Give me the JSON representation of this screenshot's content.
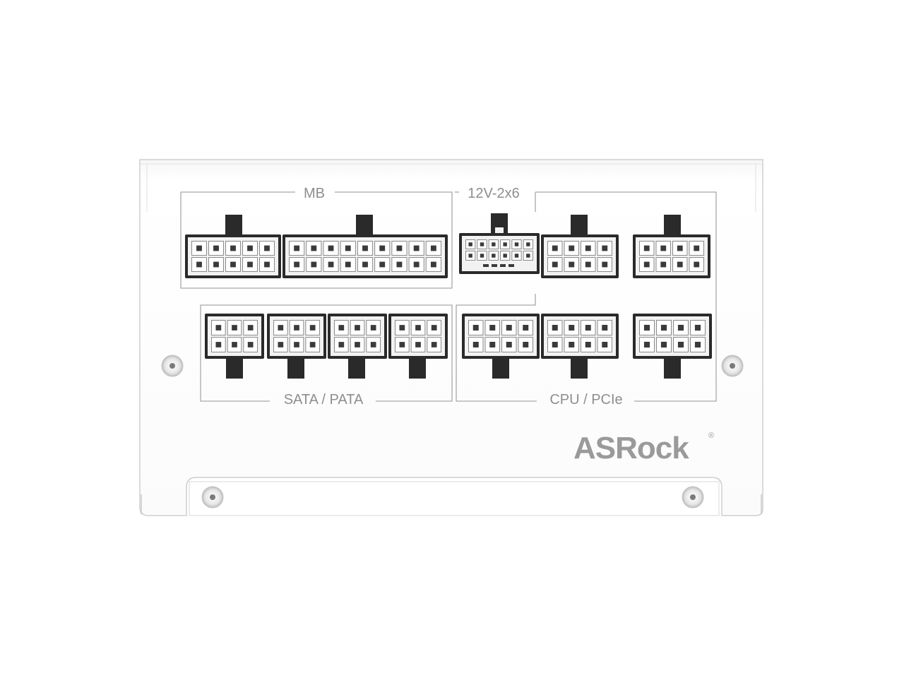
{
  "labels": {
    "mb": "MB",
    "v12": "12V-2x6",
    "sata": "SATA / PATA",
    "cpu": "CPU / PCIe"
  },
  "brand": {
    "name": "ASRock",
    "reg_mark": "®",
    "color": "#9a9a9a"
  },
  "colors": {
    "panel": "#ffffff",
    "panel_edge": "#d8d8d8",
    "socket_frame": "#2a2a2a",
    "socket_fill": "#f2f2f2",
    "pin": "#3a3a3a",
    "label_gray": "#8e8e8e"
  }
}
